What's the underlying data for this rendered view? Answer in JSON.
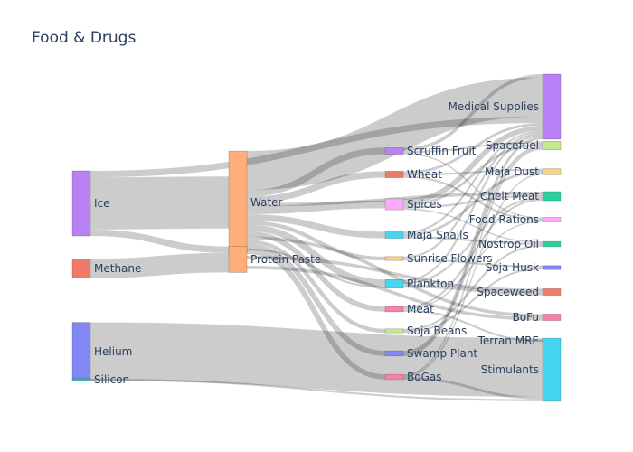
{
  "title": "Food & Drugs",
  "chart_data": {
    "type": "sankey",
    "title": "Food & Drugs",
    "nodes": [
      {
        "id": "ice",
        "label": "Ice",
        "color": "#b881f5",
        "column": 0
      },
      {
        "id": "methane",
        "label": "Methane",
        "color": "#ef7a67",
        "column": 0
      },
      {
        "id": "helium",
        "label": "Helium",
        "color": "#8187f5",
        "column": 0
      },
      {
        "id": "silicon",
        "label": "Silicon",
        "color": "#2bbf9e",
        "column": 0
      },
      {
        "id": "water",
        "label": "Water",
        "color": "#ffae7a",
        "column": 1
      },
      {
        "id": "protein_paste",
        "label": "Protein Paste",
        "color": "#ffae7a",
        "column": 1
      },
      {
        "id": "scruffin_fruit",
        "label": "Scruffin Fruit",
        "color": "#b881f5",
        "column": 2
      },
      {
        "id": "wheat",
        "label": "Wheat",
        "color": "#ef7a67",
        "column": 2
      },
      {
        "id": "spices",
        "label": "Spices",
        "color": "#fda8fb",
        "column": 2
      },
      {
        "id": "maja_snails",
        "label": "Maja Snails",
        "color": "#44d7ef",
        "column": 2
      },
      {
        "id": "sunrise_flowers",
        "label": "Sunrise Flowers",
        "color": "#fed077",
        "column": 2
      },
      {
        "id": "plankton",
        "label": "Plankton",
        "color": "#44d7ef",
        "column": 2
      },
      {
        "id": "meat",
        "label": "Meat",
        "color": "#fb80a8",
        "column": 2
      },
      {
        "id": "soja_beans",
        "label": "Soja Beans",
        "color": "#c5e890",
        "column": 2
      },
      {
        "id": "swamp_plant",
        "label": "Swamp Plant",
        "color": "#8187f5",
        "column": 2
      },
      {
        "id": "bogas",
        "label": "BoGas",
        "color": "#fb80a8",
        "column": 2
      },
      {
        "id": "medical_supplies",
        "label": "Medical Supplies",
        "color": "#b881f5",
        "column": 3
      },
      {
        "id": "spacefuel",
        "label": "Spacefuel",
        "color": "#c5e890",
        "column": 3
      },
      {
        "id": "maja_dust",
        "label": "Maja Dust",
        "color": "#fed077",
        "column": 3
      },
      {
        "id": "chelt_meat",
        "label": "Chelt Meat",
        "color": "#2bd29e",
        "column": 3
      },
      {
        "id": "food_rations",
        "label": "Food Rations",
        "color": "#fda8fb",
        "column": 3
      },
      {
        "id": "nostrop_oil",
        "label": "Nostrop Oil",
        "color": "#2bd29e",
        "column": 3
      },
      {
        "id": "soja_husk",
        "label": "Soja Husk",
        "color": "#8187f5",
        "column": 3
      },
      {
        "id": "spaceweed",
        "label": "Spaceweed",
        "color": "#ef7a67",
        "column": 3
      },
      {
        "id": "bofu",
        "label": "BoFu",
        "color": "#fb80a8",
        "column": 3
      },
      {
        "id": "terran_mre",
        "label": "Terran MRE",
        "color": "#ffae7a",
        "column": 3
      },
      {
        "id": "stimulants",
        "label": "Stimulants",
        "color": "#44d7ef",
        "column": 3
      }
    ],
    "links": [
      {
        "source": "ice",
        "target": "water",
        "value": 8
      },
      {
        "source": "ice",
        "target": "medical_supplies",
        "value": 1
      },
      {
        "source": "ice",
        "target": "protein_paste",
        "value": 1
      },
      {
        "source": "methane",
        "target": "protein_paste",
        "value": 3
      },
      {
        "source": "helium",
        "target": "stimulants",
        "value": 9
      },
      {
        "source": "silicon",
        "target": "stimulants",
        "value": 0.3
      },
      {
        "source": "water",
        "target": "medical_supplies",
        "value": 6
      },
      {
        "source": "water",
        "target": "scruffin_fruit",
        "value": 1
      },
      {
        "source": "water",
        "target": "wheat",
        "value": 1
      },
      {
        "source": "water",
        "target": "spices",
        "value": 1.2
      },
      {
        "source": "water",
        "target": "chelt_meat",
        "value": 0.5
      },
      {
        "source": "water",
        "target": "maja_snails",
        "value": 1
      },
      {
        "source": "water",
        "target": "sunrise_flowers",
        "value": 0.6
      },
      {
        "source": "water",
        "target": "plankton",
        "value": 1
      },
      {
        "source": "water",
        "target": "meat",
        "value": 0.8
      },
      {
        "source": "water",
        "target": "soja_beans",
        "value": 0.6
      },
      {
        "source": "water",
        "target": "swamp_plant",
        "value": 0.8
      },
      {
        "source": "water",
        "target": "bogas",
        "value": 0.8
      },
      {
        "source": "water",
        "target": "bofu",
        "value": 0.5
      },
      {
        "source": "protein_paste",
        "target": "spaceweed",
        "value": 0.5
      },
      {
        "source": "protein_paste",
        "target": "bofu",
        "value": 0.5
      },
      {
        "source": "protein_paste",
        "target": "plankton",
        "value": 0.3
      },
      {
        "source": "scruffin_fruit",
        "target": "medical_supplies",
        "value": 0.5
      },
      {
        "source": "scruffin_fruit",
        "target": "spacefuel",
        "value": 0.3
      },
      {
        "source": "scruffin_fruit",
        "target": "food_rations",
        "value": 0.2
      },
      {
        "source": "wheat",
        "target": "medical_supplies",
        "value": 0.4
      },
      {
        "source": "wheat",
        "target": "maja_dust",
        "value": 0.3
      },
      {
        "source": "wheat",
        "target": "food_rations",
        "value": 0.3
      },
      {
        "source": "spices",
        "target": "medical_supplies",
        "value": 0.8
      },
      {
        "source": "spices",
        "target": "spacefuel",
        "value": 0.4
      },
      {
        "source": "spices",
        "target": "chelt_meat",
        "value": 0.3
      },
      {
        "source": "spices",
        "target": "nostrop_oil",
        "value": 0.2
      },
      {
        "source": "maja_snails",
        "target": "maja_dust",
        "value": 0.4
      },
      {
        "source": "maja_snails",
        "target": "nostrop_oil",
        "value": 0.3
      },
      {
        "source": "maja_snails",
        "target": "medical_supplies",
        "value": 0.3
      },
      {
        "source": "sunrise_flowers",
        "target": "medical_supplies",
        "value": 0.3
      },
      {
        "source": "sunrise_flowers",
        "target": "soja_husk",
        "value": 0.3
      },
      {
        "source": "plankton",
        "target": "spaceweed",
        "value": 0.5
      },
      {
        "source": "plankton",
        "target": "medical_supplies",
        "value": 0.3
      },
      {
        "source": "plankton",
        "target": "chelt_meat",
        "value": 0.3
      },
      {
        "source": "meat",
        "target": "chelt_meat",
        "value": 0.3
      },
      {
        "source": "meat",
        "target": "terran_mre",
        "value": 0.3
      },
      {
        "source": "meat",
        "target": "food_rations",
        "value": 0.2
      },
      {
        "source": "soja_beans",
        "target": "soja_husk",
        "value": 0.3
      },
      {
        "source": "soja_beans",
        "target": "nostrop_oil",
        "value": 0.3
      },
      {
        "source": "swamp_plant",
        "target": "medical_supplies",
        "value": 0.4
      },
      {
        "source": "swamp_plant",
        "target": "spacefuel",
        "value": 0.4
      },
      {
        "source": "bogas",
        "target": "stimulants",
        "value": 0.4
      },
      {
        "source": "bogas",
        "target": "spacefuel",
        "value": 0.2
      },
      {
        "source": "bogas",
        "target": "maja_dust",
        "value": 0.2
      }
    ]
  }
}
